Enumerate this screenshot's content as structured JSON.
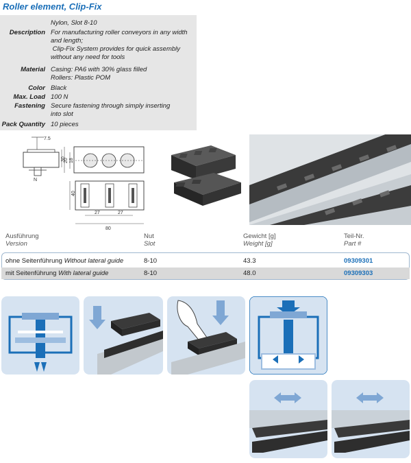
{
  "title": "Roller element, Clip-Fix",
  "specs": [
    {
      "label": "",
      "lines": [
        "Nylon, Slot 8-10"
      ]
    },
    {
      "label": "Description",
      "lines": [
        "For manufacturing roller conveyors in any width",
        "and length;",
        " Clip-Fix System provides for quick assembly",
        "without any need for tools"
      ]
    },
    {
      "label": "Material",
      "lines": [
        "Casing: PA6 with 30% glass filled",
        "Rollers: Plastic POM"
      ]
    },
    {
      "label": "Color",
      "lines": [
        "Black"
      ]
    },
    {
      "label": "Max. Load",
      "lines": [
        "100 N"
      ]
    },
    {
      "label": "Fastening",
      "lines": [
        "Secure fastening through simply inserting",
        "into slot"
      ]
    },
    {
      "label": "Pack Quantity",
      "lines": [
        "10 pieces"
      ]
    }
  ],
  "drawing": {
    "dims": [
      "7.5",
      "30",
      "20",
      "18",
      "N",
      "40",
      "27",
      "27",
      "80"
    ]
  },
  "table": {
    "headers": [
      {
        "de": "Ausführung",
        "en": "Version"
      },
      {
        "de": "Nut",
        "en": "Slot"
      },
      {
        "de": "Gewicht [g]",
        "en": "Weight [g]"
      },
      {
        "de": "Teil-Nr.",
        "en": "Part #"
      }
    ],
    "rows": [
      {
        "version_de": "ohne Seitenführung",
        "version_en": "Without lateral guide",
        "slot": "8-10",
        "weight": "43.3",
        "part": "09309301"
      },
      {
        "version_de": "mit Seitenführung",
        "version_en": "With lateral guide",
        "slot": "8-10",
        "weight": "48.0",
        "part": "09309303"
      }
    ]
  },
  "colors": {
    "brand_blue": "#1b6fb8",
    "panel_bg": "#d6e3f1",
    "part_blue": "#1b6fb8"
  }
}
